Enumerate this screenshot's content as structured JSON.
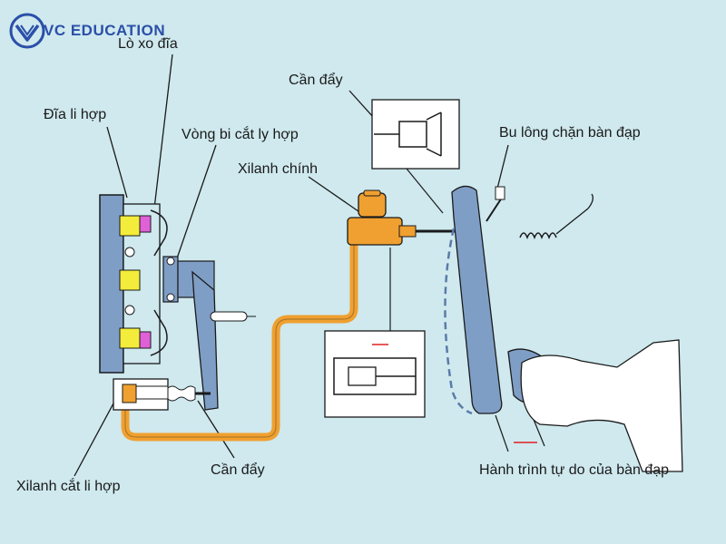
{
  "brand": {
    "name": "VC EDUCATION",
    "color": "#2b4fa8"
  },
  "colors": {
    "background": "#cfe9ee",
    "fluid_line": "#f0a030",
    "pedal": "#7f9ec6",
    "highlight_yellow": "#f3ec3a",
    "highlight_pink": "#e060d8",
    "part_outline": "#1a1a1a"
  },
  "labels": {
    "lo_xo_dia": "Lò xo đĩa",
    "dia_li_hop": "Đĩa li hợp",
    "vong_bi": "Vòng bi cắt ly hợp",
    "xilanh_chinh": "Xilanh chính",
    "can_day_top": "Cần đẩy",
    "bu_long": "Bu lông chặn bàn đạp",
    "can_day_bottom": "Cần đẩy",
    "xilanh_cat": "Xilanh cắt li hợp",
    "hanh_trinh": "Hành trình tự do của bàn đạp"
  }
}
